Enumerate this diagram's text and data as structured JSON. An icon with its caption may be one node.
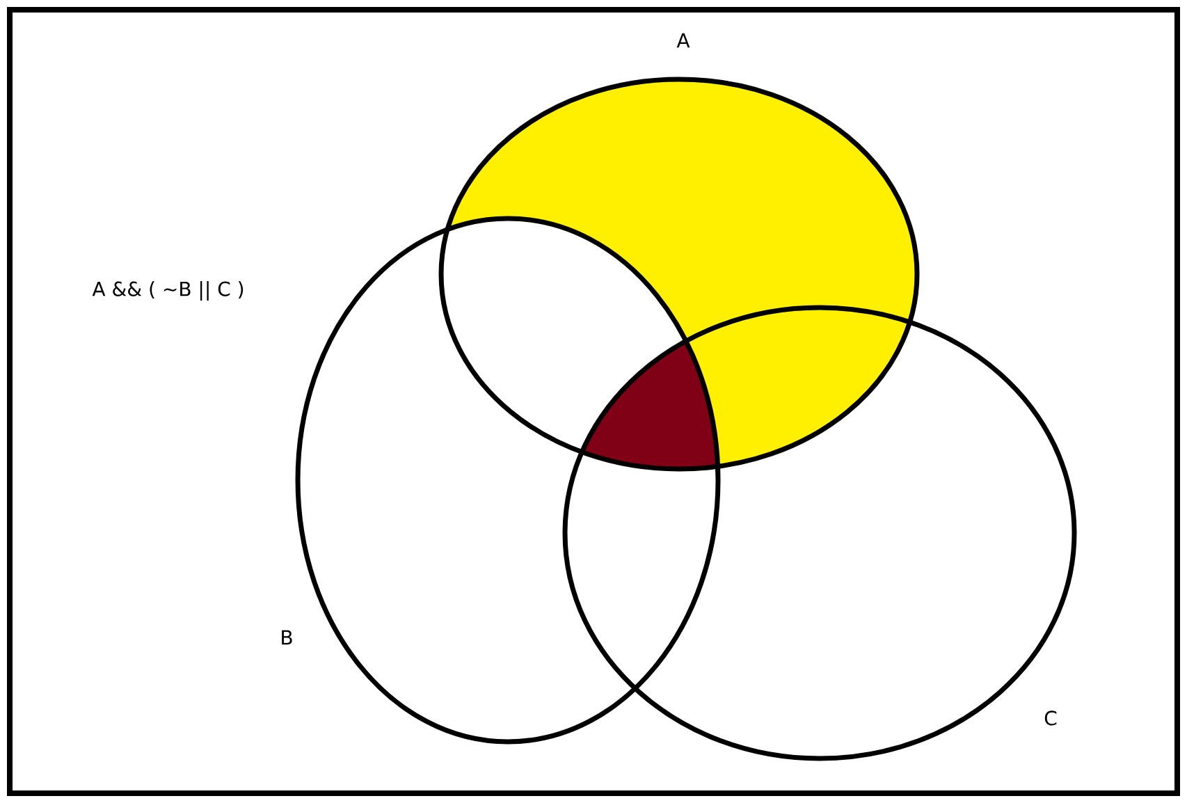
{
  "diagram": {
    "nodes": [
      {
        "text": [
          "A"
        ]
      },
      {
        "text": [
          "B"
        ]
      },
      {
        "text": [
          "C"
        ]
      }
    ],
    "labels": [
      "A && ( ~B || C )"
    ]
  }
}
